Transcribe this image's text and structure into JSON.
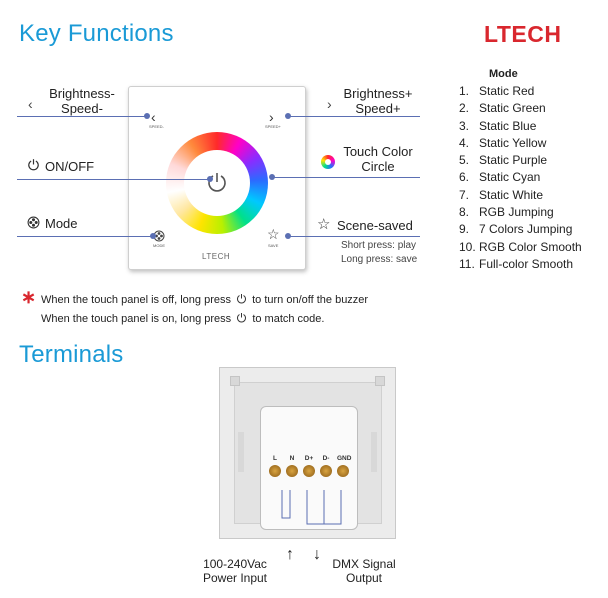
{
  "header": {
    "title": "Key Functions",
    "brand": "LTECH"
  },
  "labels": {
    "brightness_minus": "Brightness-\nSpeed-",
    "brightness_plus": "Brightness+\nSpeed+",
    "on_off": "ON/OFF",
    "touch_color": "Touch Color\nCircle",
    "mode": "Mode",
    "scene_saved": "Scene-saved",
    "short_press": "Short press: play",
    "long_press": "Long press: save"
  },
  "panel": {
    "brand": "LTECH",
    "speed_minus": "SPEED-",
    "speed_plus": "SPEED+",
    "mode_label": "MODE",
    "save_label": "SAVE"
  },
  "mode_list": {
    "title": "Mode",
    "items": [
      {
        "num": "1.",
        "label": "Static Red"
      },
      {
        "num": "2.",
        "label": "Static Green"
      },
      {
        "num": "3.",
        "label": "Static Blue"
      },
      {
        "num": "4.",
        "label": "Static Yellow"
      },
      {
        "num": "5.",
        "label": "Static Purple"
      },
      {
        "num": "6.",
        "label": "Static Cyan"
      },
      {
        "num": "7.",
        "label": "Static White"
      },
      {
        "num": "8.",
        "label": "RGB Jumping"
      },
      {
        "num": "9.",
        "label": "7 Colors Jumping"
      },
      {
        "num": "10.",
        "label": "RGB Color Smooth"
      },
      {
        "num": "11.",
        "label": "Full-color Smooth"
      }
    ]
  },
  "notes": {
    "line1_a": "When the touch panel is off, long press",
    "line1_b": "to turn on/off the buzzer",
    "line2_a": "When the touch panel is on, long press",
    "line2_b": "to match code."
  },
  "terminals": {
    "title": "Terminals",
    "pins": [
      "L",
      "N",
      "D+",
      "D-",
      "GND"
    ],
    "power_label": "100-240Vac\nPower Input",
    "dmx_label": "DMX Signal\nOutput"
  },
  "colors": {
    "accent": "#1a9ad6",
    "brand": "#d9272e",
    "leader_line": "#5b6fb3",
    "asterisk": "#d9272e"
  }
}
